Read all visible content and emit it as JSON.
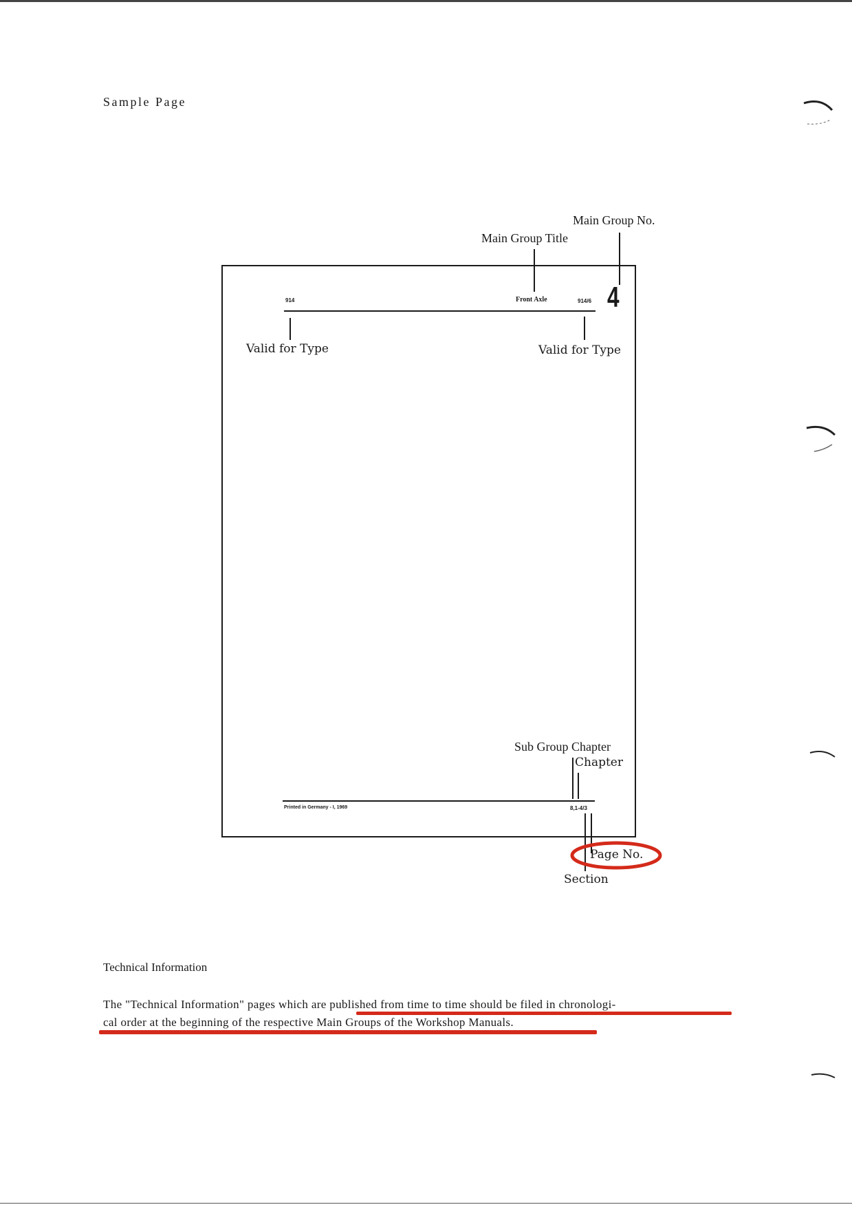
{
  "heading": "Sample Page",
  "sample_header": {
    "type_left": "914",
    "group_title": "Front Axle",
    "type_right": "914/6",
    "group_number": "4"
  },
  "sample_footer": {
    "printed": "Printed in Germany - I, 1969",
    "page_code": "8,1-4/3"
  },
  "labels": {
    "main_group_no": "Main Group No.",
    "main_group_title": "Main Group Title",
    "valid_for_type_left": "Valid for Type",
    "valid_for_type_right": "Valid for Type",
    "sub_group_chapter": "Sub Group Chapter",
    "chapter": "Chapter",
    "page_no": "Page No.",
    "section": "Section"
  },
  "technical_information": {
    "heading": "Technical Information",
    "line1": "The \"Technical Information\" pages which are published from time to time should be filed in chronologi-",
    "line2": "cal order at the beginning of the respective Main Groups of the Workshop Manuals."
  },
  "colors": {
    "ink": "#1a1a1a",
    "highlight": "#d42a1a"
  }
}
